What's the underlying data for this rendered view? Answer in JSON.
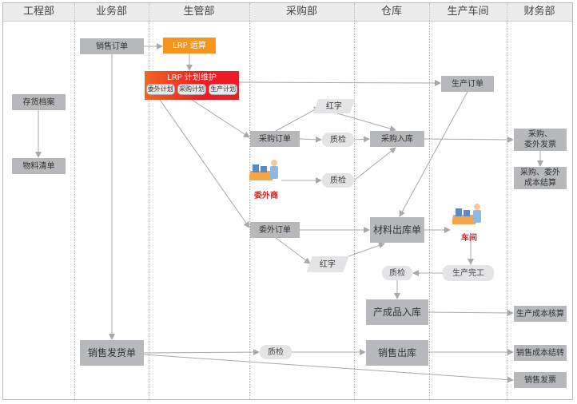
{
  "columns": [
    "工程部",
    "业务部",
    "生管部",
    "采购部",
    "仓库",
    "生产车间",
    "财务部"
  ],
  "nodes": {
    "inventory_file": "存货档案",
    "bom": "物料清单",
    "sales_order": "销售订单",
    "lrp_run": "LRP 运算",
    "lrp_maint": "LRP 计划维护",
    "lrp_subs": [
      "委外计划",
      "采购计划",
      "生产计划"
    ],
    "production_order": "生产订单",
    "red1": "红字",
    "purchase_order": "采购订单",
    "qc1": "质检",
    "purchase_in": "采购入库",
    "invoice": "采购、\n委外发票",
    "cost_settle": "采购、委外\n成本结算",
    "subcontractor": "委外商",
    "qc2": "质检",
    "outsource_order": "委外订单",
    "material_out": "材料出库单",
    "workshop": "车间",
    "red2": "红字",
    "qc3": "质检",
    "prod_complete": "生产完工",
    "fg_in": "产成品入库",
    "prod_cost": "生产成本核算",
    "sales_delivery": "销售发货单",
    "qc4": "质检",
    "sales_out": "销售出库",
    "sales_cost": "销售成本结转",
    "sales_invoice": "销售发票"
  },
  "colors": {
    "node": "#b7b8bb",
    "pill": "#e4e4e6",
    "orange": "#f7941d",
    "red": "#ed1c24",
    "line": "#a8a8a8"
  }
}
